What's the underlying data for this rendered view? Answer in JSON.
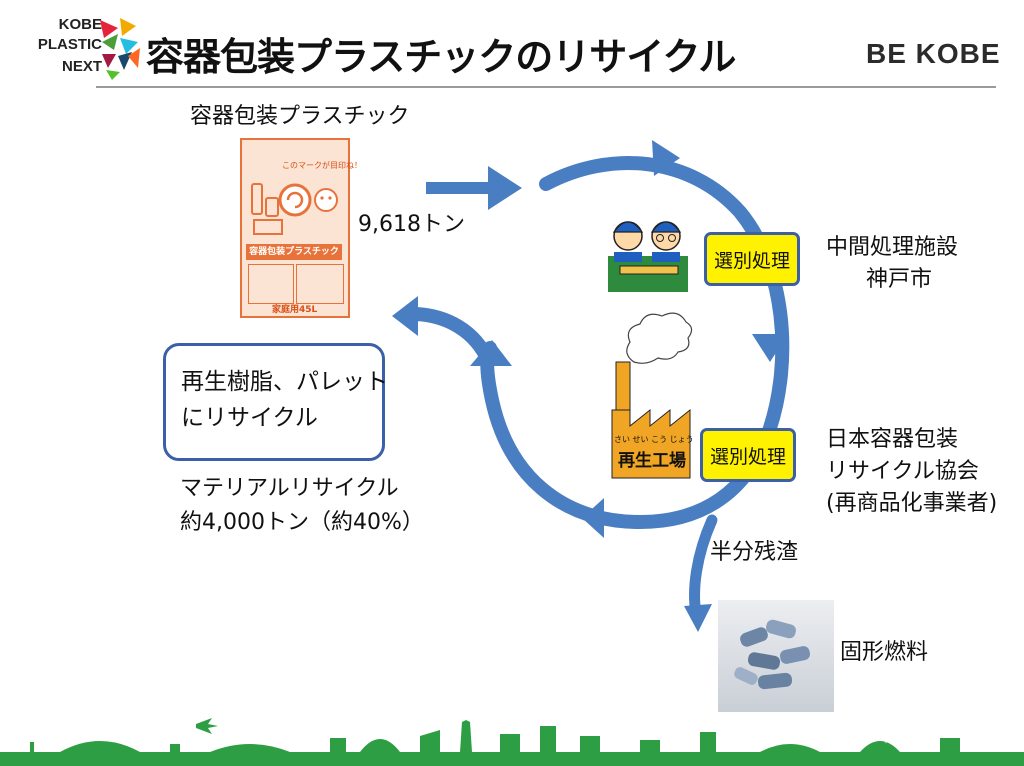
{
  "header": {
    "logo_lines": [
      "KOBE",
      "PLASTIC",
      "NEXT"
    ],
    "title": "容器包装プラスチックのリサイクル",
    "brand": "BE KOBE"
  },
  "source": {
    "label": "容器包装プラスチック",
    "amount": "9,618トン"
  },
  "bag": {
    "mark_text": "このマークが目印ね！",
    "title": "容器包装プラスチック",
    "footer": "家庭用45L"
  },
  "processes": [
    {
      "label": "選別処理",
      "facility_lines": [
        "中間処理施設",
        "神戸市"
      ]
    },
    {
      "label": "選別処理",
      "facility_lines": [
        "日本容器包装",
        "リサイクル協会",
        "(再商品化事業者)"
      ]
    }
  ],
  "factory": {
    "sign": "再生工場",
    "ruby": "さい せい こう じょう"
  },
  "residue": {
    "label": "半分残渣",
    "product": "固形燃料"
  },
  "result": {
    "lines": [
      "再生樹脂、パレット",
      "にリサイクル"
    ],
    "summary_lines": [
      "マテリアルリサイクル",
      "約4,000トン（約40%）"
    ]
  },
  "colors": {
    "arrow_blue": "#4a7ec2",
    "box_yellow": "#fff200",
    "box_border": "#3b5fa8",
    "bag_orange": "#e8733a",
    "skyline_green": "#2e9e44"
  }
}
